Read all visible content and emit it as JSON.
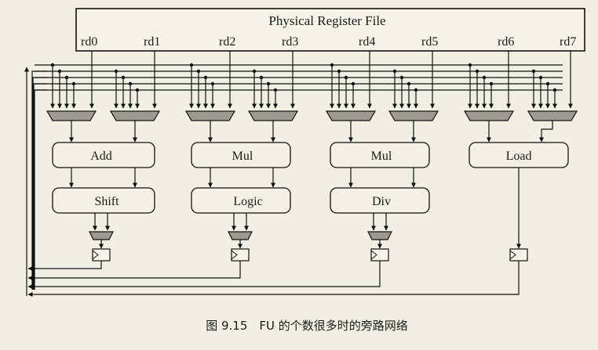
{
  "register_file": {
    "label": "Physical Register File",
    "ports": [
      "rd0",
      "rd1",
      "rd2",
      "rd3",
      "rd4",
      "rd5",
      "rd6",
      "rd7"
    ]
  },
  "units": {
    "add": "Add",
    "shift": "Shift",
    "mul1": "Mul",
    "logic": "Logic",
    "mul2": "Mul",
    "div": "Div",
    "load": "Load"
  },
  "caption": "图 9.15　FU 的个数很多时的旁路网络"
}
